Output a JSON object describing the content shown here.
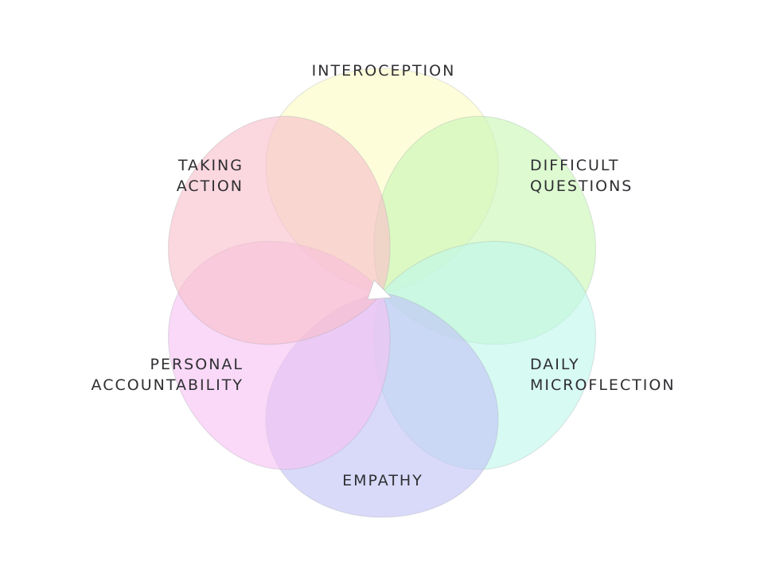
{
  "diagram": {
    "center_color": "#ffffff",
    "petals": [
      {
        "id": "interoception",
        "lines": [
          "INTEROCEPTION"
        ],
        "color": "#fbfbc4"
      },
      {
        "id": "difficult-questions",
        "lines": [
          "DIFFICULT",
          "QUESTIONS"
        ],
        "color": "#c8f7b4"
      },
      {
        "id": "daily-microflection",
        "lines": [
          "DAILY",
          "MICROFLECTION"
        ],
        "color": "#bff7ec"
      },
      {
        "id": "empathy",
        "lines": [
          "EMPATHY"
        ],
        "color": "#c2c4f5"
      },
      {
        "id": "personal-accountability",
        "lines": [
          "PERSONAL",
          "ACCOUNTABILITY"
        ],
        "color": "#f6c2f2"
      },
      {
        "id": "taking-action",
        "lines": [
          "TAKING",
          "ACTION"
        ],
        "color": "#f8bfcc"
      }
    ]
  }
}
